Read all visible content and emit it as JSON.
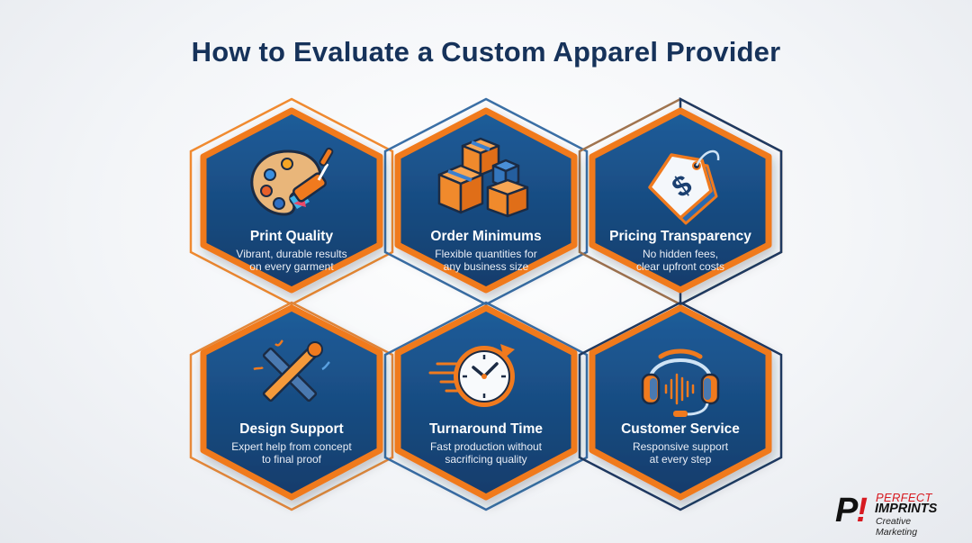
{
  "title": "How to Evaluate a Custom Apparel Provider",
  "colors": {
    "title": "#16325a",
    "hex_fill_top": "#1f5d9a",
    "hex_fill_bottom": "#123c6b",
    "accent_orange": "#f07a1e",
    "outline_blue": "#3a6fa6",
    "outline_navy": "#1f3a62",
    "background": "#f3f5f8"
  },
  "cards": [
    {
      "title": "Print Quality",
      "line1": "Vibrant, durable results",
      "line2": "on every garment",
      "icon": "paint-palette-roller-icon"
    },
    {
      "title": "Order Minimums",
      "line1": "Flexible quantities for",
      "line2": "any business size",
      "icon": "stacked-boxes-icon"
    },
    {
      "title": "Pricing Transparency",
      "line1": "No hidden fees,",
      "line2": "clear upfront costs",
      "icon": "price-tag-dollar-icon"
    },
    {
      "title": "Design Support",
      "line1": "Expert help from concept",
      "line2": "to final proof",
      "icon": "pencil-brush-crossed-icon"
    },
    {
      "title": "Turnaround Time",
      "line1": "Fast production without",
      "line2": "sacrificing quality",
      "icon": "clock-fast-icon"
    },
    {
      "title": "Customer Service",
      "line1": "Responsive support",
      "line2": "at every step",
      "icon": "headset-icon"
    }
  ],
  "logo": {
    "mark_p": "P",
    "mark_bang": "!",
    "line1": "PERFECT",
    "line2": "IMPRINTS",
    "line3": "Creative Marketing"
  }
}
